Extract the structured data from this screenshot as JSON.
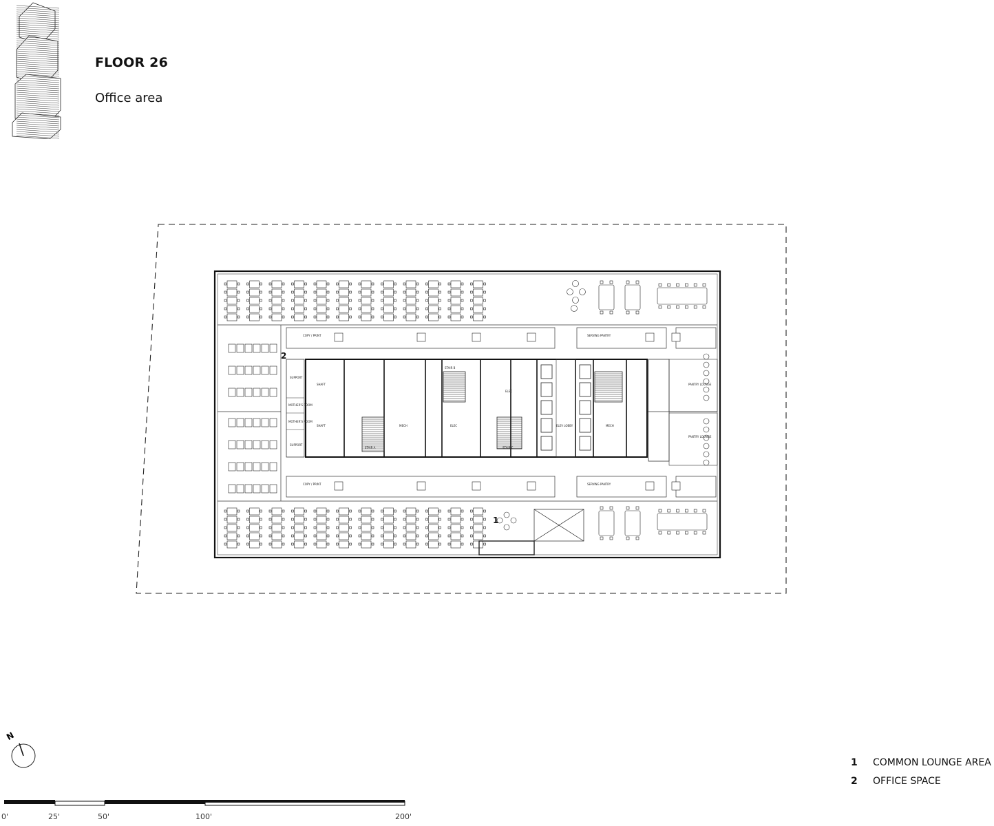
{
  "header": {
    "floor_title": "FLOOR 26",
    "floor_subtitle": "Office area"
  },
  "plan": {
    "key_markers": [
      "1",
      "2"
    ],
    "room_labels": {
      "support": "SUPPORT",
      "mothers_room": "MOTHER'S ROOM",
      "copy_print": "COPY / PRINT",
      "serving_pantry": "SERVING PANTRY",
      "pantry_lounge": "PANTRY LOUNGE",
      "elev_lobby": "ELEV LOBBY",
      "stair_a": "STAIR A",
      "stair_b": "STAIR B",
      "stair_c": "STAIR C",
      "mech": "MECH",
      "elec": "ELEC",
      "shaft": "SHAFT"
    }
  },
  "legend": {
    "items": [
      {
        "num": "1",
        "label": "COMMON LOUNGE AREA"
      },
      {
        "num": "2",
        "label": "OFFICE SPACE"
      }
    ]
  },
  "north_arrow": {
    "label": "N"
  },
  "scale": {
    "ticks": [
      "0'",
      "25'",
      "50'",
      "100'",
      "200'"
    ]
  },
  "icons": {
    "tower": "tower-axonometric-icon",
    "north": "north-arrow-icon"
  }
}
